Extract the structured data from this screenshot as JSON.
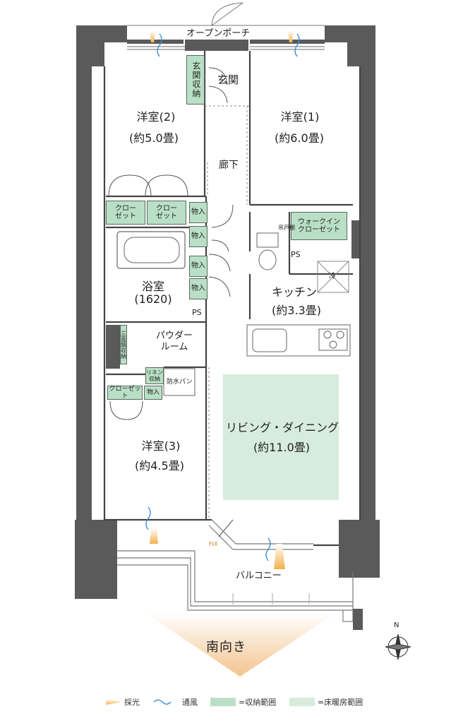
{
  "plan": {
    "porch": "オープンポーチ",
    "entrance": "玄関",
    "entrance_storage": "玄関収納",
    "corridor": "廊下",
    "room2": {
      "name": "洋室(2)",
      "size": "(約5.0畳)"
    },
    "room1": {
      "name": "洋室(1)",
      "size": "(約6.0畳)"
    },
    "room3": {
      "name": "洋室(3)",
      "size": "(約4.5畳)"
    },
    "closet": "クローゼット",
    "closet_split": "クロー\nゼット",
    "storage": "物入",
    "wic": "ウォークイン\nクローゼット",
    "bath": {
      "name": "浴室",
      "size": "(1620)"
    },
    "ps": "PS",
    "kitchen": {
      "name": "キッチン",
      "size": "(約3.3畳)"
    },
    "fridge": "冷",
    "toilet_shelf": "吊戸棚",
    "powder": "パウダー\nルーム",
    "mirror_storage": "三面鏡収納",
    "linen": "リネン\n収納",
    "waterproof_pan": "防水パン",
    "living": {
      "name": "リビング・ダイニング",
      "size": "(約11.0畳)"
    },
    "balcony": "バルコニー",
    "fix": "FIX",
    "south": "南向き",
    "north": "N"
  },
  "legend": {
    "light": "採光",
    "wind": "通風",
    "storage": "=収納範囲",
    "floor_heat": "=床暖房範囲"
  },
  "colors": {
    "storage": "#b9e0c6",
    "floor_heating": "#d7ecdc",
    "wall": "#5a5a5a",
    "light_arrow": "#f2b24c",
    "wind": "#3d8fd6"
  }
}
